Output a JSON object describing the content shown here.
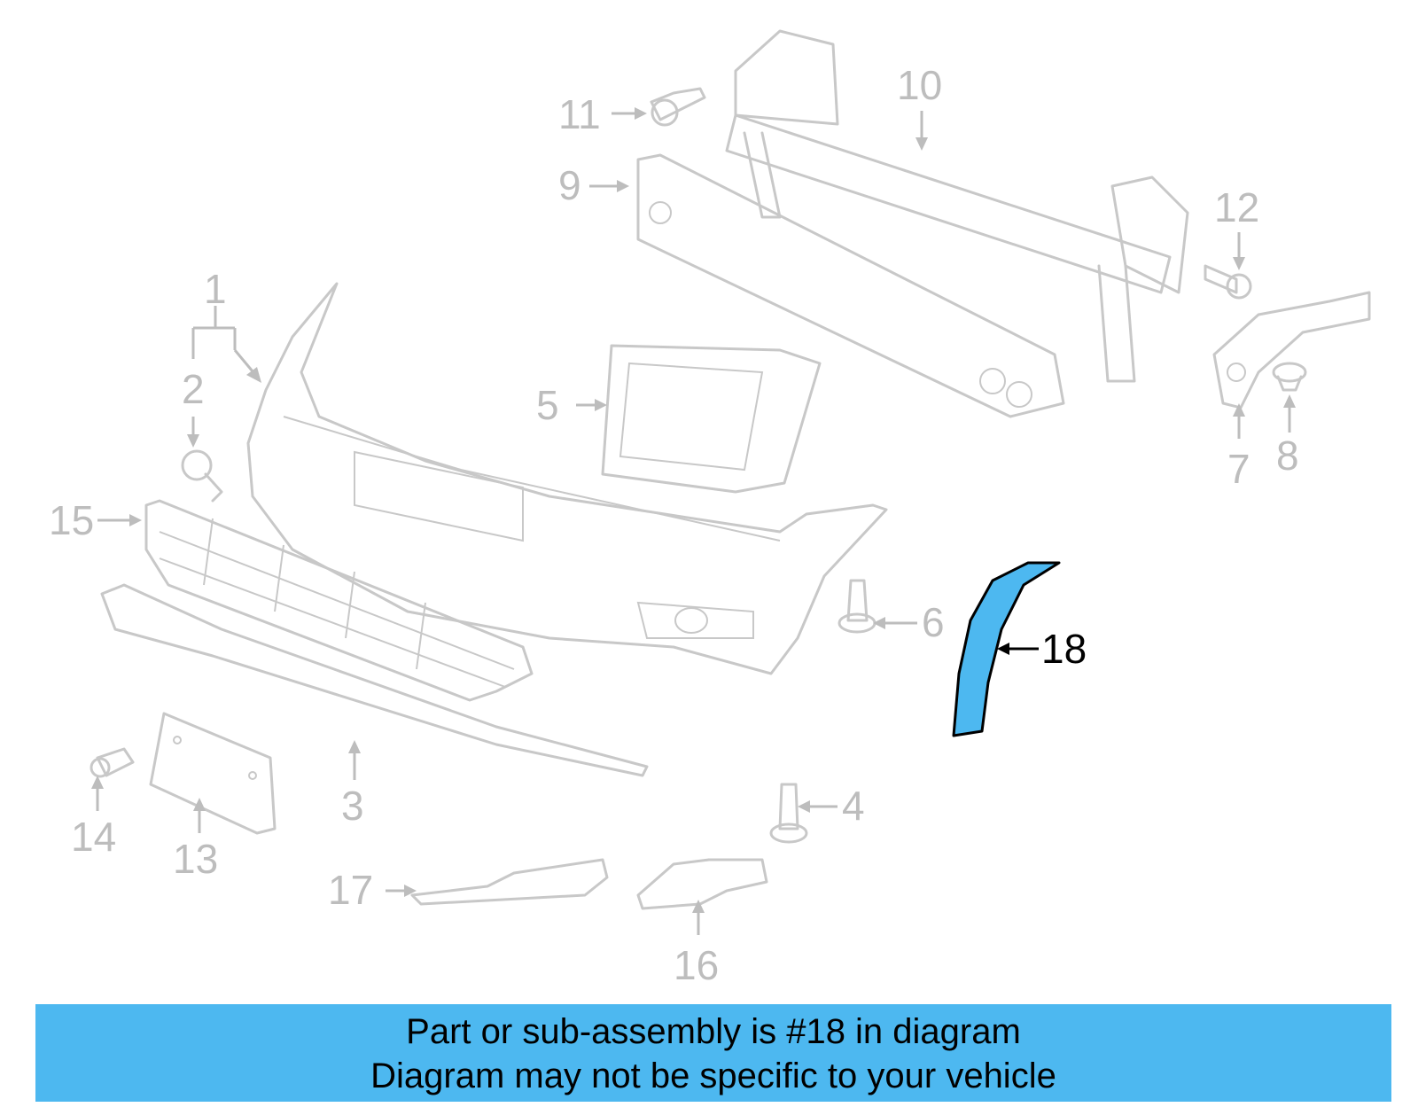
{
  "labels": {
    "p1": "1",
    "p2": "2",
    "p3": "3",
    "p4": "4",
    "p5": "5",
    "p6": "6",
    "p7": "7",
    "p8": "8",
    "p9": "9",
    "p10": "10",
    "p11": "11",
    "p12": "12",
    "p13": "13",
    "p14": "14",
    "p15": "15",
    "p16": "16",
    "p17": "17",
    "p18": "18"
  },
  "highlight_color": "#4db8f0",
  "banner": {
    "line1": "Part or sub-assembly is #18 in diagram",
    "line2": "Diagram may not be specific to your vehicle"
  }
}
